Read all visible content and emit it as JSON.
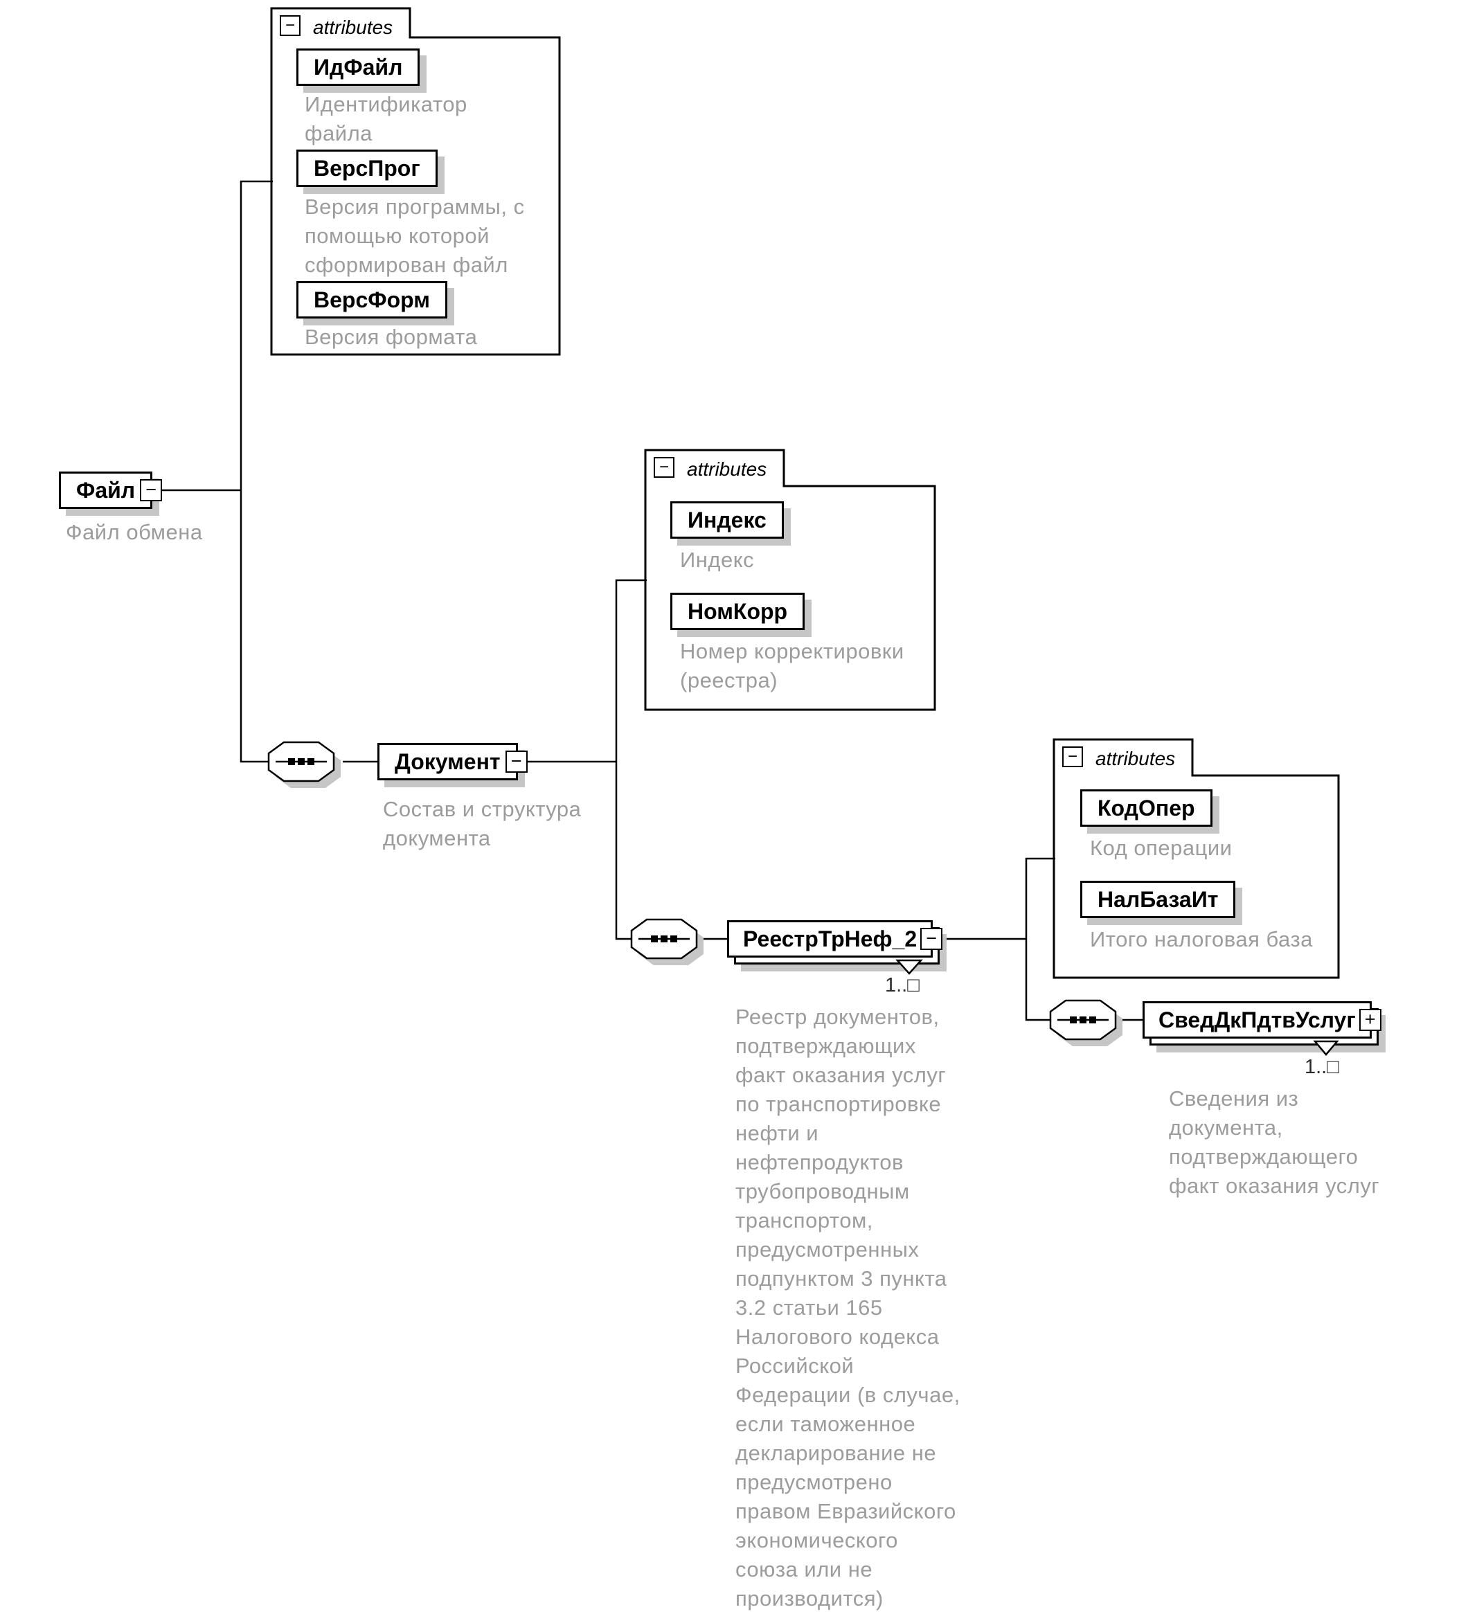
{
  "elements": {
    "file": {
      "name": "Файл",
      "annotation": "Файл обмена",
      "toggle": "−"
    },
    "document": {
      "name": "Документ",
      "annotation": "Состав и структура\nдокумента",
      "toggle": "−"
    },
    "registry": {
      "name": "РеестрТрНеф_2",
      "cardinality": "1..□",
      "annotation": "Реестр документов,\nподтверждающих\nфакт оказания услуг\nпо транспортировке\nнефти и\nнефтепродуктов\nтрубопроводным\nтранспортом,\nпредусмотренных\nподпунктом 3 пункта\n3.2 статьи 165\nНалогового кодекса\nРоссийской\nФедерации (в случае,\nесли таможенное\nдекларирование не\nпредусмотрено\nправом Евразийского\nэкономического\nсоюза или не\nпроизводится)",
      "toggle": "−"
    },
    "service_info": {
      "name": "СведДкПдтвУслуг",
      "cardinality": "1..□",
      "annotation": "Сведения из\nдокумента,\nподтверждающего\nфакт оказания услуг",
      "toggle": "+"
    }
  },
  "attribute_groups": {
    "file_attributes": {
      "label": "attributes",
      "toggle": "−",
      "items": [
        {
          "name": "ИдФайл",
          "annotation": "Идентификатор\nфайла"
        },
        {
          "name": "ВерсПрог",
          "annotation": "Версия программы, с\nпомощью которой\nсформирован файл"
        },
        {
          "name": "ВерсФорм",
          "annotation": "Версия формата"
        }
      ]
    },
    "document_attributes": {
      "label": "attributes",
      "toggle": "−",
      "items": [
        {
          "name": "Индекс",
          "annotation": "Индекс"
        },
        {
          "name": "НомКорр",
          "annotation": "Номер корректировки\n(реестра)"
        }
      ]
    },
    "registry_attributes": {
      "label": "attributes",
      "toggle": "−",
      "items": [
        {
          "name": "КодОпер",
          "annotation": "Код операции"
        },
        {
          "name": "НалБазаИт",
          "annotation": "Итого налоговая база"
        }
      ]
    }
  },
  "icons": {
    "compositor": "sequence-compositor-icon",
    "collapse": "minus-icon",
    "expand": "plus-icon"
  },
  "colors": {
    "line": "#000000",
    "shadow": "#c6c6c6",
    "annotation_text": "#9c9c9c",
    "box_background": "#ffffff"
  }
}
